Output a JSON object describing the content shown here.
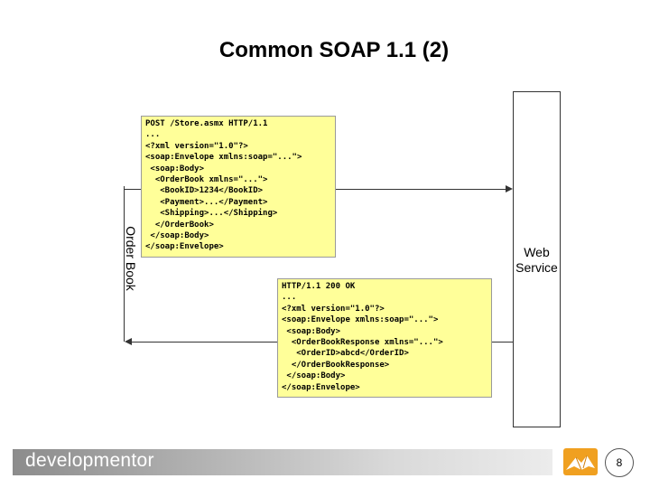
{
  "slide": {
    "title": "Common SOAP 1.1 (2)",
    "side_label": "Order Book",
    "web_service_label": [
      "Web",
      "Service"
    ],
    "request_lines": [
      "POST /Store.asmx HTTP/1.1",
      "...",
      "<?xml version=\"1.0\"?>",
      "<soap:Envelope xmlns:soap=\"...\">",
      " <soap:Body>",
      "  <OrderBook xmlns=\"...\">",
      "   <BookID>1234</BookID>",
      "   <Payment>...</Payment>",
      "   <Shipping>...</Shipping>",
      "  </OrderBook>",
      " </soap:Body>",
      "</soap:Envelope>"
    ],
    "response_lines": [
      "HTTP/1.1 200 OK",
      "...",
      "<?xml version=\"1.0\"?>",
      "<soap:Envelope xmlns:soap=\"...\">",
      " <soap:Body>",
      "  <OrderBookResponse xmlns=\"...\">",
      "   <OrderID>abcd</OrderID>",
      "  </OrderBookResponse>",
      " </soap:Body>",
      "</soap:Envelope>"
    ],
    "title_color": "#7a1d1d",
    "code_background": "#ffff99"
  },
  "footer": {
    "brand": "developmentor",
    "page_number": "8",
    "logo_icon": "mountain-logo-icon"
  }
}
